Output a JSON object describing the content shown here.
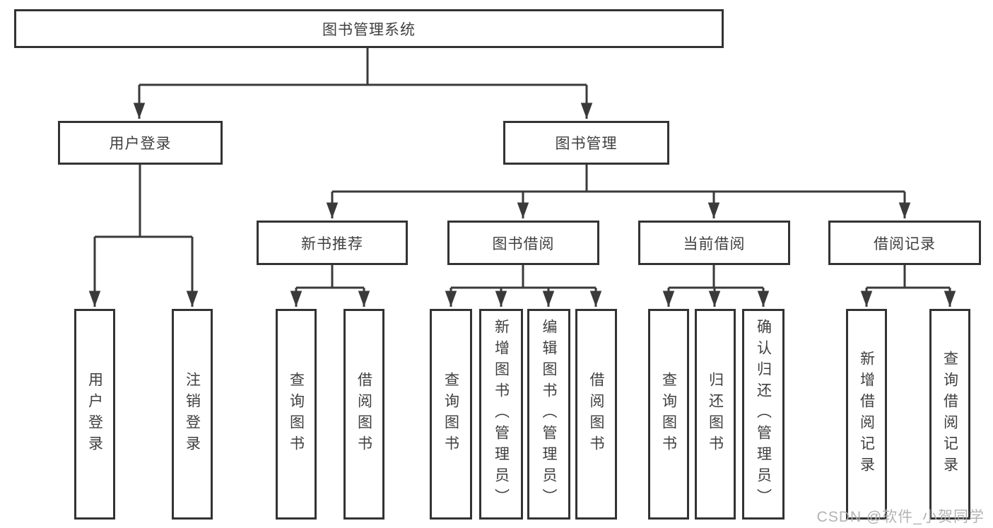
{
  "diagram": {
    "root": {
      "label": "图书管理系统"
    },
    "branches": [
      {
        "label": "用户登录",
        "children": [
          "用户登录",
          "注销登录"
        ]
      },
      {
        "label": "图书管理",
        "groups": [
          {
            "label": "新书推荐",
            "children": [
              "查询图书",
              "借阅图书"
            ]
          },
          {
            "label": "图书借阅",
            "children": [
              "查询图书",
              "新增图书（管理员）",
              "编辑图书（管理员）",
              "借阅图书"
            ]
          },
          {
            "label": "当前借阅",
            "children": [
              "查询图书",
              "归还图书",
              "确认归还（管理员）"
            ]
          },
          {
            "label": "借阅记录",
            "children": [
              "新增借阅记录",
              "查询借阅记录"
            ]
          }
        ]
      }
    ],
    "watermark": "CSDN @软件_小贺同学"
  },
  "colors": {
    "line": "#3a3a3a",
    "box_border": "#333333",
    "text": "#3f3f3f",
    "watermark": "#afafaf",
    "background": "#ffffff"
  }
}
